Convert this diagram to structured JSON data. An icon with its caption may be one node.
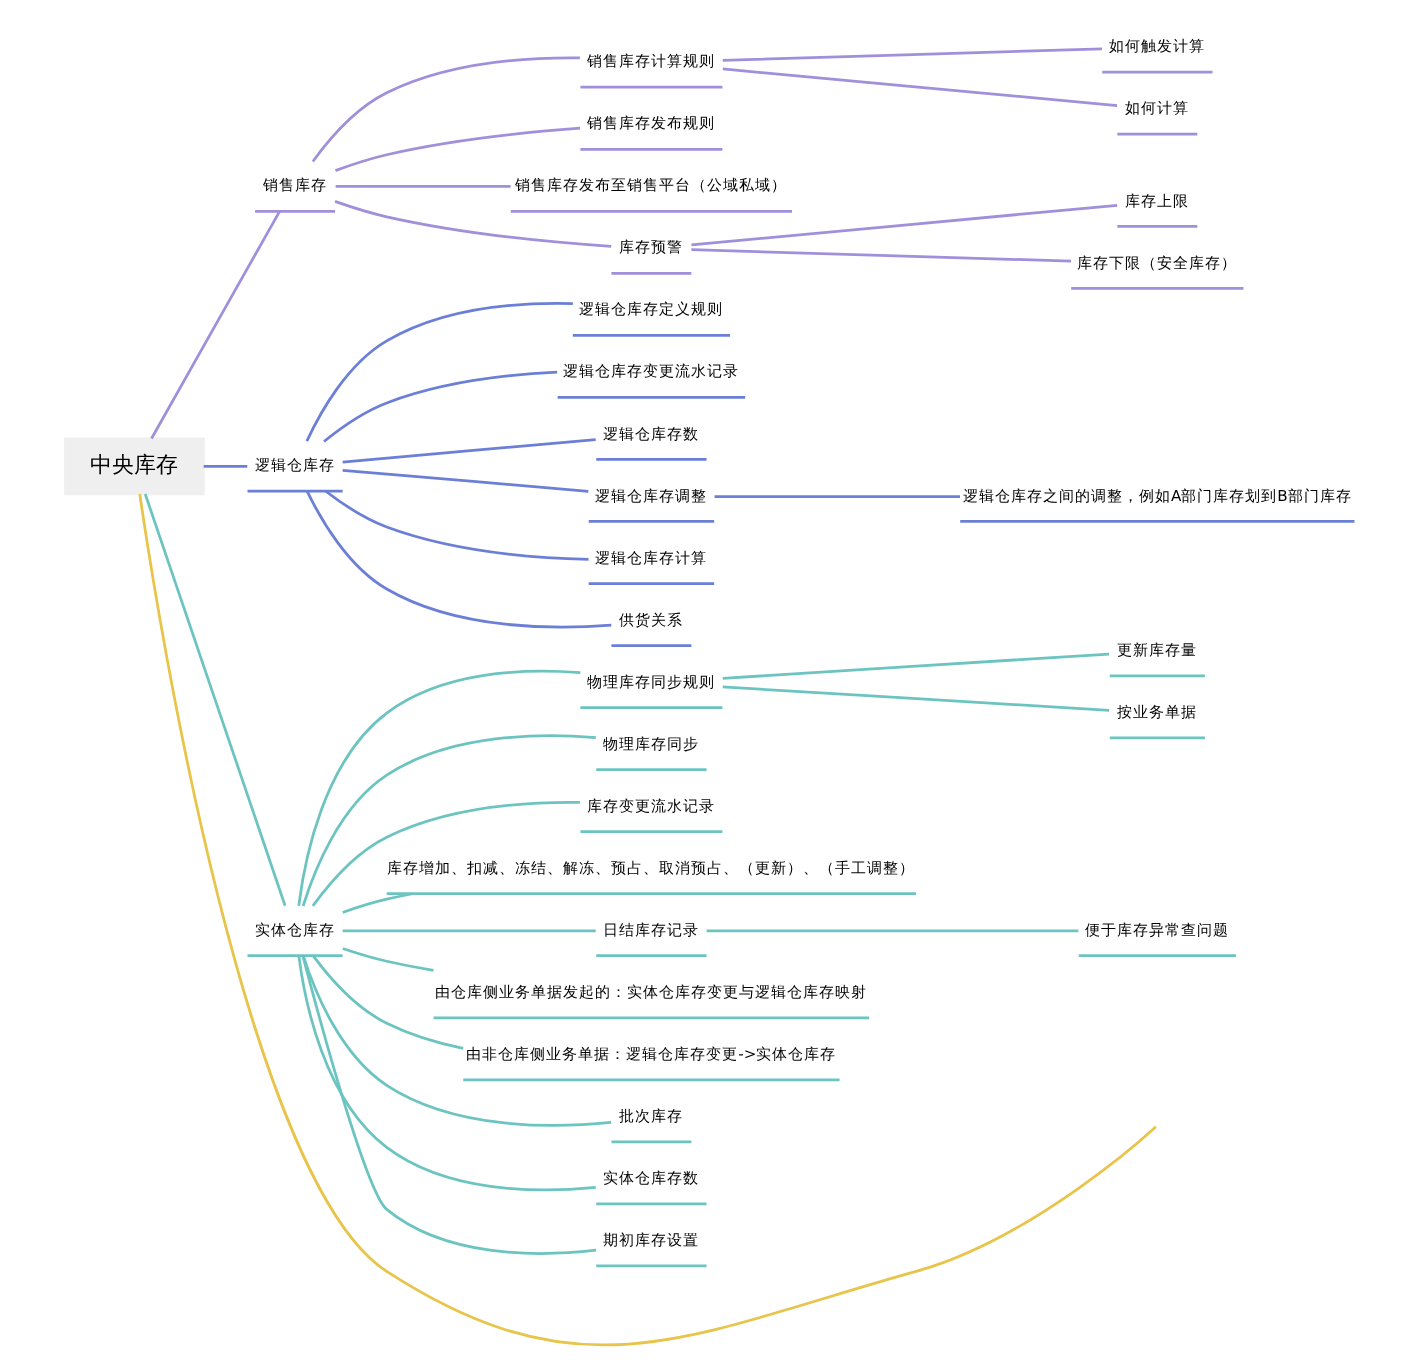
{
  "diagram": {
    "nodes": [
      {
        "text": [
          "中央库存"
        ]
      },
      {
        "text": [
          "销售库存"
        ]
      },
      {
        "text": [
          "销售库存计算规则"
        ]
      },
      {
        "text": [
          "如何触发计算"
        ]
      },
      {
        "text": [
          "如何计算"
        ]
      },
      {
        "text": [
          "销售库存发布规则"
        ]
      },
      {
        "text": [
          "销售库存发布至销售平台（公域私域）"
        ]
      },
      {
        "text": [
          "库存预警"
        ]
      },
      {
        "text": [
          "库存上限"
        ]
      },
      {
        "text": [
          "库存下限（安全库存）"
        ]
      },
      {
        "text": [
          "逻辑仓库存"
        ]
      },
      {
        "text": [
          "逻辑仓库存定义规则"
        ]
      },
      {
        "text": [
          "逻辑仓库存变更流水记录"
        ]
      },
      {
        "text": [
          "逻辑仓库存数"
        ]
      },
      {
        "text": [
          "逻辑仓库存调整"
        ]
      },
      {
        "text": [
          "逻辑仓库存之间的调整，例如A部门库存划到B部门库存"
        ]
      },
      {
        "text": [
          "逻辑仓库存计算"
        ]
      },
      {
        "text": [
          "供货关系"
        ]
      },
      {
        "text": [
          "实体仓库存"
        ]
      },
      {
        "text": [
          "物理库存同步规则"
        ]
      },
      {
        "text": [
          "更新库存量"
        ]
      },
      {
        "text": [
          "按业务单据"
        ]
      },
      {
        "text": [
          "物理库存同步"
        ]
      },
      {
        "text": [
          "库存变更流水记录"
        ]
      },
      {
        "text": [
          "库存增加、扣减、冻结、解冻、预占、取消预占、（更新）、（手工调整）"
        ]
      },
      {
        "text": [
          "日结库存记录"
        ]
      },
      {
        "text": [
          "便于库存异常查问题"
        ]
      },
      {
        "text": [
          "由仓库侧业务单据发起的：实体仓库存变更与逻辑仓库存映射"
        ]
      },
      {
        "text": [
          "由非仓库侧业务单据：逻辑仓库存变更->实体仓库存"
        ]
      },
      {
        "text": [
          "批次库存"
        ]
      },
      {
        "text": [
          "实体仓库存数"
        ]
      },
      {
        "text": [
          "期初库存设置"
        ]
      }
    ],
    "edges": [
      {
        "from": 0,
        "to": 1,
        "arrow": "none",
        "color": "#a08fdb"
      },
      {
        "from": 1,
        "to": 2,
        "arrow": "none",
        "color": "#a08fdb"
      },
      {
        "from": 2,
        "to": 3,
        "arrow": "none",
        "color": "#a08fdb"
      },
      {
        "from": 2,
        "to": 4,
        "arrow": "none",
        "color": "#a08fdb"
      },
      {
        "from": 1,
        "to": 5,
        "arrow": "none",
        "color": "#a08fdb"
      },
      {
        "from": 1,
        "to": 6,
        "arrow": "none",
        "color": "#a08fdb"
      },
      {
        "from": 1,
        "to": 7,
        "arrow": "none",
        "color": "#a08fdb"
      },
      {
        "from": 7,
        "to": 8,
        "arrow": "none",
        "color": "#a08fdb"
      },
      {
        "from": 7,
        "to": 9,
        "arrow": "none",
        "color": "#a08fdb"
      },
      {
        "from": 0,
        "to": 10,
        "arrow": "none",
        "color": "#6b7fd7"
      },
      {
        "from": 10,
        "to": 11,
        "arrow": "none",
        "color": "#6b7fd7"
      },
      {
        "from": 10,
        "to": 12,
        "arrow": "none",
        "color": "#6b7fd7"
      },
      {
        "from": 10,
        "to": 13,
        "arrow": "none",
        "color": "#6b7fd7"
      },
      {
        "from": 10,
        "to": 14,
        "arrow": "none",
        "color": "#6b7fd7"
      },
      {
        "from": 14,
        "to": 15,
        "arrow": "none",
        "color": "#6b7fd7"
      },
      {
        "from": 10,
        "to": 16,
        "arrow": "none",
        "color": "#6b7fd7"
      },
      {
        "from": 10,
        "to": 17,
        "arrow": "none",
        "color": "#6b7fd7"
      },
      {
        "from": 0,
        "to": 18,
        "arrow": "none",
        "color": "#6cc4c0"
      },
      {
        "from": 18,
        "to": 19,
        "arrow": "none",
        "color": "#6cc4c0"
      },
      {
        "from": 19,
        "to": 20,
        "arrow": "none",
        "color": "#6cc4c0"
      },
      {
        "from": 19,
        "to": 21,
        "arrow": "none",
        "color": "#6cc4c0"
      },
      {
        "from": 18,
        "to": 22,
        "arrow": "none",
        "color": "#6cc4c0"
      },
      {
        "from": 18,
        "to": 23,
        "arrow": "none",
        "color": "#6cc4c0"
      },
      {
        "from": 18,
        "to": 24,
        "arrow": "none",
        "color": "#6cc4c0"
      },
      {
        "from": 18,
        "to": 25,
        "arrow": "none",
        "color": "#6cc4c0"
      },
      {
        "from": 25,
        "to": 26,
        "arrow": "none",
        "color": "#6cc4c0"
      },
      {
        "from": 18,
        "to": 27,
        "arrow": "none",
        "color": "#6cc4c0"
      },
      {
        "from": 18,
        "to": 28,
        "arrow": "none",
        "color": "#6cc4c0"
      },
      {
        "from": 18,
        "to": 29,
        "arrow": "none",
        "color": "#6cc4c0"
      },
      {
        "from": 18,
        "to": 30,
        "arrow": "none",
        "color": "#6cc4c0"
      },
      {
        "from": 18,
        "to": 31,
        "arrow": "none",
        "color": "#6cc4c0"
      },
      {
        "from": 0,
        "to": null,
        "arrow": "none",
        "color": "#e8c44a"
      }
    ]
  }
}
